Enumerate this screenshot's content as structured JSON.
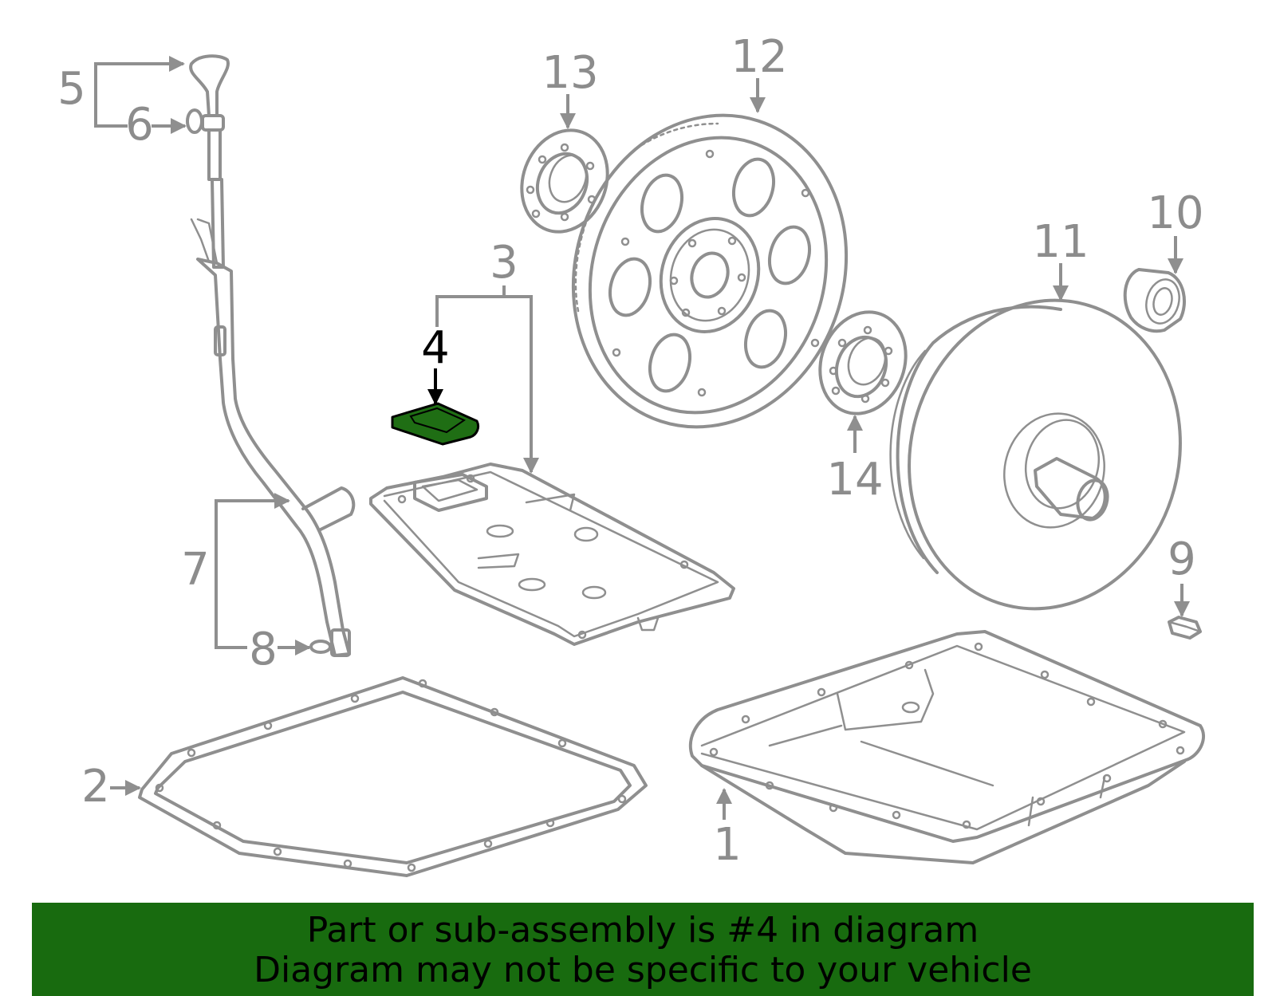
{
  "diagram": {
    "callouts": [
      "1",
      "2",
      "3",
      "4",
      "5",
      "6",
      "7",
      "8",
      "9",
      "10",
      "11",
      "12",
      "13",
      "14"
    ],
    "highlighted_part": "4",
    "part_color": "#8f8f8f",
    "highlight_color": "#1f6e14",
    "label_color": "#8c8c8c"
  },
  "banner": {
    "line1": "Part or sub-assembly is #4 in diagram",
    "line2": "Diagram may not be specific to your vehicle",
    "background": "#186b0f"
  }
}
